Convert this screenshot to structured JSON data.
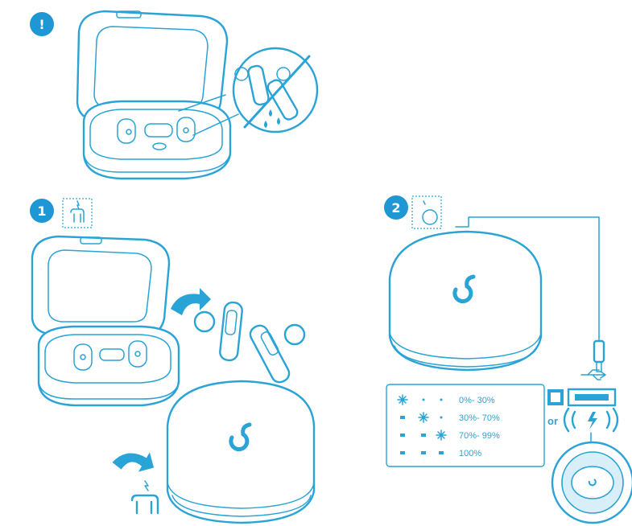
{
  "steps": {
    "warning": {
      "symbol": "!"
    },
    "step1": {
      "number": "1"
    },
    "step2": {
      "number": "2"
    }
  },
  "charging": {
    "or_label": "or",
    "wireless_label": "((⚡))",
    "levels": [
      "0%- 30%",
      "30%- 70%",
      "70%- 99%",
      "100%"
    ]
  },
  "icons": [
    "warning-icon",
    "earbuds-case-icon",
    "no-water-icon",
    "drip-icon",
    "rotate-arrow-icon",
    "usb-icon",
    "usb-c-cable-icon",
    "wireless-charging-icon",
    "soundcore-logo-icon",
    "led-indicator-icon"
  ],
  "colors": {
    "accent": "#2aa3d6",
    "badge": "#1f97d4",
    "background": "#ffffff"
  }
}
